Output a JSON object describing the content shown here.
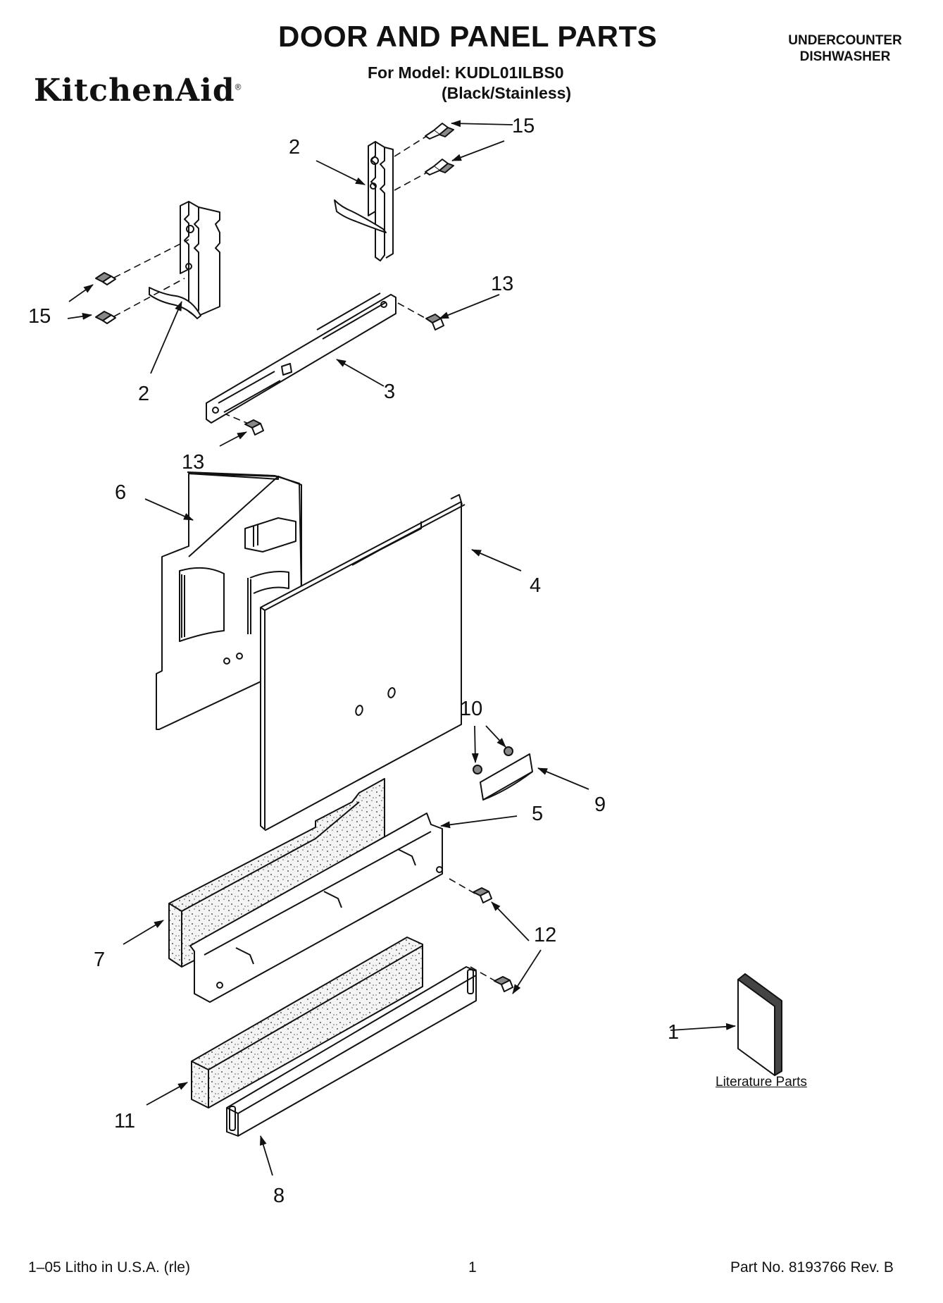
{
  "header": {
    "title": "DOOR AND PANEL PARTS",
    "model_line": "For Model: KUDL01ILBS0",
    "variant_line": "(Black/Stainless)",
    "appliance_line1": "UNDERCOUNTER",
    "appliance_line2": "DISHWASHER",
    "brand": "KitchenAid",
    "brand_mark": "®"
  },
  "callouts": {
    "c15a": "15",
    "c2a": "2",
    "c15b": "15",
    "c2b": "2",
    "c13a": "13",
    "c3": "3",
    "c13b": "13",
    "c6": "6",
    "c4": "4",
    "c10": "10",
    "c9": "9",
    "c5": "5",
    "c7": "7",
    "c12": "12",
    "c1": "1",
    "c11": "11",
    "c8": "8"
  },
  "literature_label": "Literature Parts",
  "footer": {
    "litho": "1–05 Litho in U.S.A. (rle)",
    "page": "1",
    "part_no": "Part No. 8193766 Rev. B"
  }
}
